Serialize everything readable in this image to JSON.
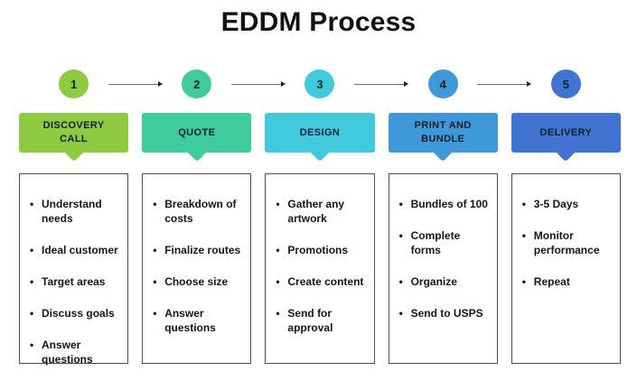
{
  "title": "EDDM Process",
  "connector": {
    "icon": "arrow-right-icon",
    "color": "#6b6b6b"
  },
  "steps": [
    {
      "number": "1",
      "label": "DISCOVERY CALL",
      "color": "#8FCB42",
      "items": [
        "Understand needs",
        "Ideal customer",
        "Target areas",
        "Discuss goals",
        "Answer questions"
      ]
    },
    {
      "number": "2",
      "label": "QUOTE",
      "color": "#3FCB9D",
      "items": [
        "Breakdown of costs",
        "Finalize routes",
        "Choose size",
        "Answer questions"
      ]
    },
    {
      "number": "3",
      "label": "DESIGN",
      "color": "#41C9DE",
      "items": [
        "Gather any artwork",
        "Promotions",
        "Create content",
        "Send for approval"
      ]
    },
    {
      "number": "4",
      "label": "PRINT AND BUNDLE",
      "color": "#3F98D9",
      "items": [
        "Bundles of 100",
        "Complete forms",
        "Organize",
        "Send to USPS"
      ]
    },
    {
      "number": "5",
      "label": "DELIVERY",
      "color": "#4173D2",
      "items": [
        "3-5 Days",
        "Monitor performance",
        "Repeat"
      ]
    }
  ]
}
